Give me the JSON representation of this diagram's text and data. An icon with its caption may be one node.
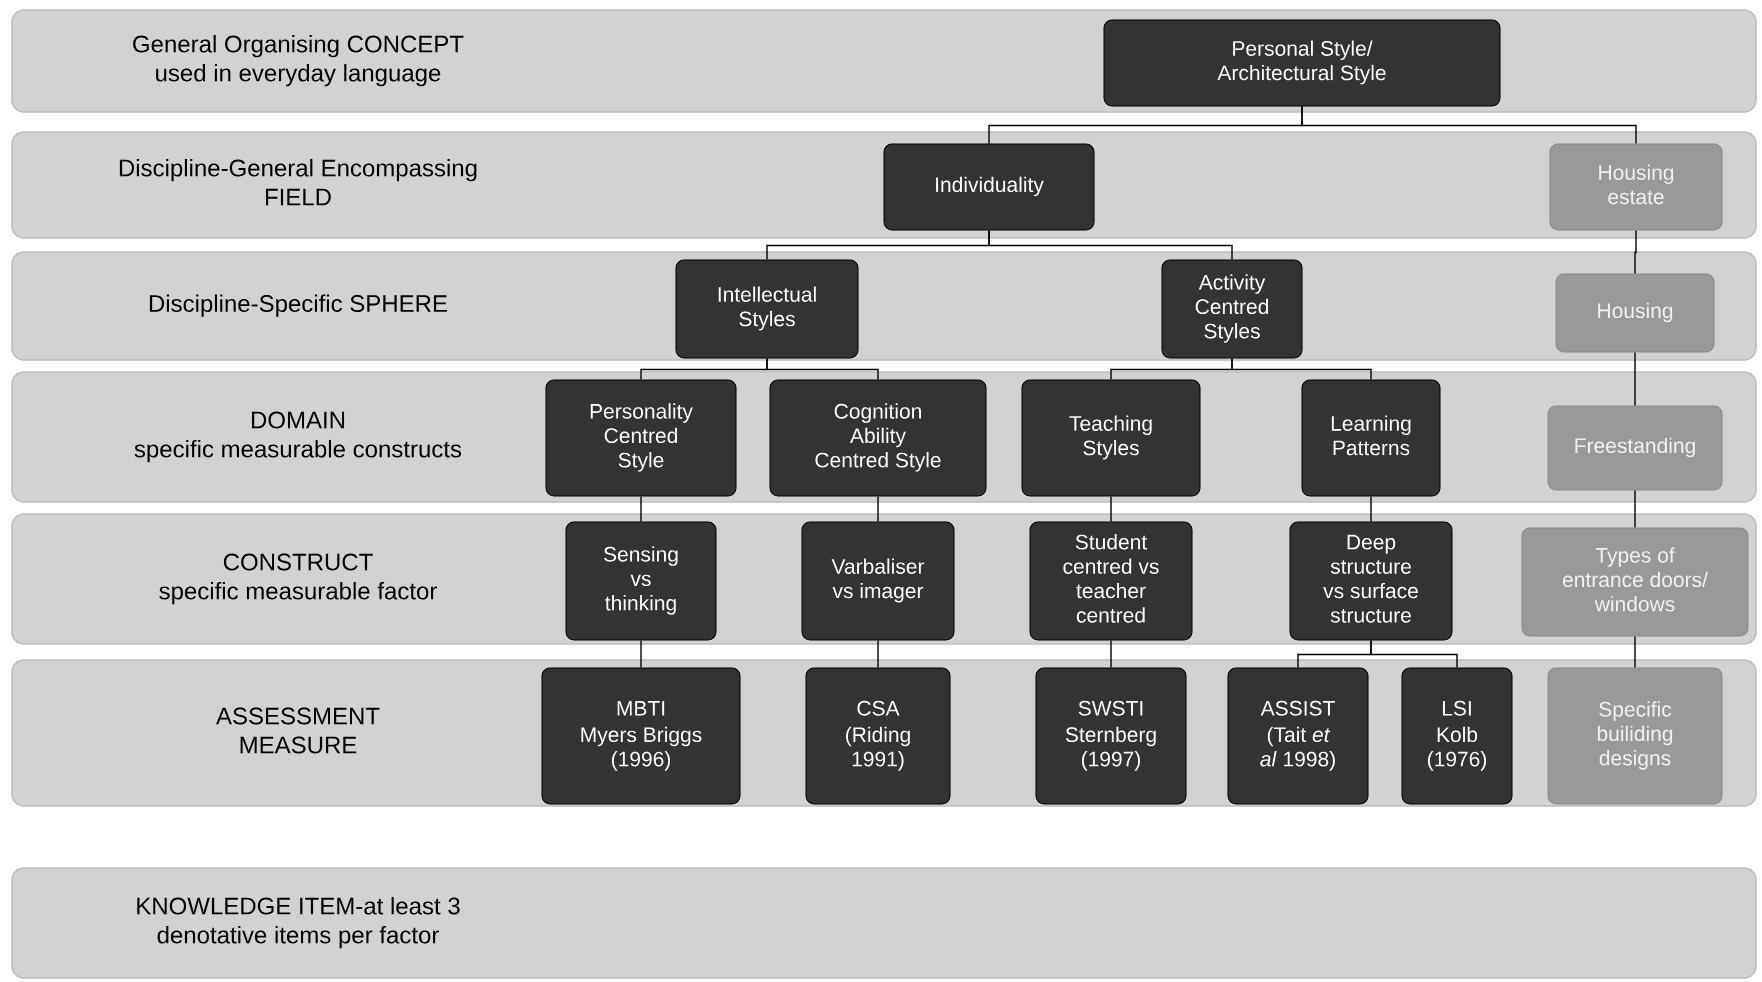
{
  "diagram": {
    "nodes": [
      {
        "text": [
          "General Organising CONCEPT",
          "used in everyday language"
        ]
      },
      {
        "text": [
          "Personal Style/ Architectural Style"
        ],
        "in": 0
      },
      {
        "text": [
          "Discipline-General Encompassing FIELD"
        ]
      },
      {
        "text": [
          "Individuality"
        ],
        "in": 2
      },
      {
        "text": [
          "Housing estate"
        ],
        "in": 2
      },
      {
        "text": [
          "Discipline-Specific SPHERE"
        ]
      },
      {
        "text": [
          "Intellectual Styles"
        ],
        "in": 5
      },
      {
        "text": [
          "Activity Centred Styles"
        ],
        "in": 5
      },
      {
        "text": [
          "Housing"
        ],
        "in": 5
      },
      {
        "text": [
          "DOMAIN",
          "specific measurable constructs"
        ]
      },
      {
        "text": [
          "Personality Centred Style"
        ],
        "in": 9
      },
      {
        "text": [
          "Cognition Ability Centred Style"
        ],
        "in": 9
      },
      {
        "text": [
          "Teaching Styles"
        ],
        "in": 9
      },
      {
        "text": [
          "Learning Patterns"
        ],
        "in": 9
      },
      {
        "text": [
          "Freestanding"
        ],
        "in": 9
      },
      {
        "text": [
          "CONSTRUCT",
          "specific measurable factor"
        ]
      },
      {
        "text": [
          "Sensing vs thinking"
        ],
        "in": 15
      },
      {
        "text": [
          "Varbaliser vs imager"
        ],
        "in": 15
      },
      {
        "text": [
          "Student centred vs teacher centred"
        ],
        "in": 15
      },
      {
        "text": [
          "Deep structure vs surface structure"
        ],
        "in": 15
      },
      {
        "text": [
          "Types of entrance doors/ windows"
        ],
        "in": 15
      },
      {
        "text": [
          "ASSESSMENT MEASURE"
        ]
      },
      {
        "text": [
          "MBTI",
          "Myers Briggs (1996)"
        ],
        "in": 21
      },
      {
        "text": [
          "CSA",
          "(Riding 1991)"
        ],
        "in": 21
      },
      {
        "text": [
          "SWSTI",
          "Sternberg (1997)"
        ],
        "in": 21
      },
      {
        "text": [
          "ASSIST",
          "(Tait *et al* 1998)"
        ],
        "in": 21
      },
      {
        "text": [
          "LSI",
          "Kolb (1976)"
        ],
        "in": 21
      },
      {
        "text": [
          "Specific builiding designs"
        ],
        "in": 21
      },
      {
        "text": [
          "KNOWLEDGE ITEM-at least 3 denotative items per factor"
        ]
      }
    ],
    "edges": [
      {
        "from": 1,
        "to": 3,
        "arrow": "none"
      },
      {
        "from": 1,
        "to": 4,
        "arrow": "none"
      },
      {
        "from": 3,
        "to": 6,
        "arrow": "none"
      },
      {
        "from": 3,
        "to": 7,
        "arrow": "none"
      },
      {
        "from": 6,
        "to": 10,
        "arrow": "none"
      },
      {
        "from": 6,
        "to": 11,
        "arrow": "none"
      },
      {
        "from": 7,
        "to": 12,
        "arrow": "none"
      },
      {
        "from": 7,
        "to": 13,
        "arrow": "none"
      },
      {
        "from": 10,
        "to": 16,
        "arrow": "none"
      },
      {
        "from": 11,
        "to": 17,
        "arrow": "none"
      },
      {
        "from": 12,
        "to": 18,
        "arrow": "none"
      },
      {
        "from": 13,
        "to": 19,
        "arrow": "none"
      },
      {
        "from": 16,
        "to": 22,
        "arrow": "none"
      },
      {
        "from": 17,
        "to": 23,
        "arrow": "none"
      },
      {
        "from": 18,
        "to": 24,
        "arrow": "none"
      },
      {
        "from": 19,
        "to": 25,
        "arrow": "none"
      },
      {
        "from": 19,
        "to": 26,
        "arrow": "none"
      },
      {
        "from": 4,
        "to": 8,
        "arrow": "none"
      },
      {
        "from": 8,
        "to": 14,
        "arrow": "none"
      },
      {
        "from": 14,
        "to": 20,
        "arrow": "none"
      },
      {
        "from": 20,
        "to": 27,
        "arrow": "none"
      }
    ]
  }
}
